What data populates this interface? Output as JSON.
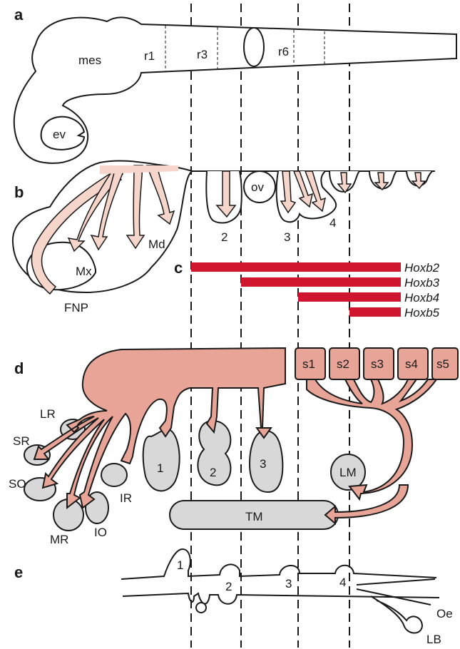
{
  "panels": {
    "a": {
      "letter": "a",
      "labels": {
        "mes": "mes",
        "r1": "r1",
        "r3": "r3",
        "r6": "r6",
        "ev": "ev"
      }
    },
    "b": {
      "letter": "b",
      "labels": {
        "ov": "ov",
        "mx": "Mx",
        "md": "Md",
        "fnp": "FNP",
        "arch2": "2",
        "arch3": "3",
        "arch4": "4"
      }
    },
    "c": {
      "letter": "c",
      "genes": [
        "Hoxb2",
        "Hoxb3",
        "Hoxb4",
        "Hoxb5"
      ]
    },
    "d": {
      "letter": "d",
      "somites": [
        "s1",
        "s2",
        "s3",
        "s4",
        "s5"
      ],
      "muscles": {
        "lr": "LR",
        "sr": "SR",
        "so": "SO",
        "mr": "MR",
        "io": "IO",
        "ir": "IR",
        "lm": "LM",
        "tm": "TM",
        "m1": "1",
        "m2": "2",
        "m3": "3"
      }
    },
    "e": {
      "letter": "e",
      "labels": {
        "p1": "1",
        "p2": "2",
        "p3": "3",
        "p4": "4",
        "oe": "Oe",
        "lb": "LB"
      }
    }
  },
  "colors": {
    "hox_bar": "#d0152e",
    "migration_light": "#f6d5cb",
    "migration_dark": "#e8a496",
    "muscle_fill": "#d8d8d8",
    "outline": "#1a1a1a"
  }
}
